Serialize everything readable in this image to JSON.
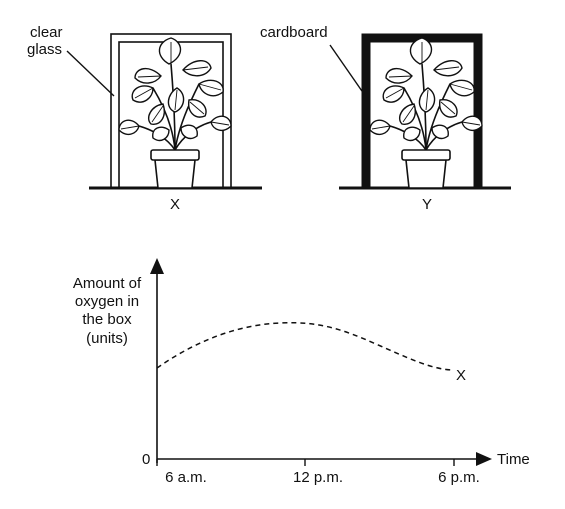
{
  "setup": {
    "box_x": {
      "label_line1": "clear",
      "label_line2": "glass",
      "caption": "X"
    },
    "box_y": {
      "label": "cardboard",
      "caption": "Y"
    }
  },
  "graph": {
    "y_label_lines": [
      "Amount of",
      "oxygen in",
      "the box",
      "(units)"
    ],
    "origin_label": "0",
    "x_axis_label": "Time",
    "curve_label": "X",
    "x_ticks": [
      "6 a.m.",
      "12 p.m.",
      "6 p.m."
    ]
  },
  "colors": {
    "ink": "#111111",
    "background": "#ffffff"
  }
}
